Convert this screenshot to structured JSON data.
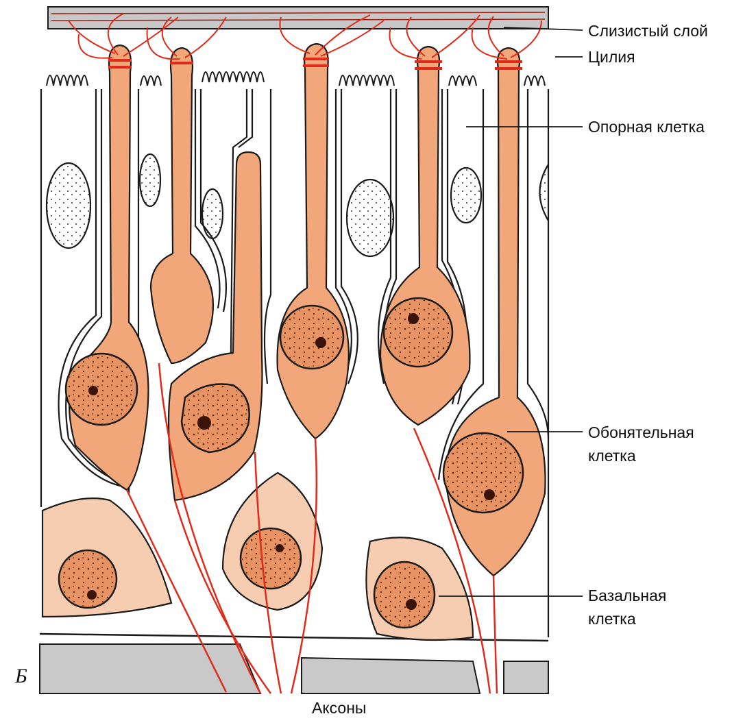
{
  "figure": {
    "panel_letter": "Б",
    "labels": {
      "mucus_layer": "Слизистый слой",
      "cilia": "Цилия",
      "supporting_cell": "Опорная клетка",
      "olfactory_cell_line1": "Обонятельная",
      "olfactory_cell_line2": "клетка",
      "basal_cell_line1": "Базальная",
      "basal_cell_line2": "клетка",
      "axons": "Аксоны"
    }
  },
  "colors": {
    "cell_fill": "#f2a77a",
    "cell_fill_pale": "#f6cdb0",
    "nucleus_fill": "#e79363",
    "membrane": "#1a1a1a",
    "axon": "#e02a1a",
    "basement": "#c9c9c9",
    "mucus": "#c8c8c8"
  }
}
